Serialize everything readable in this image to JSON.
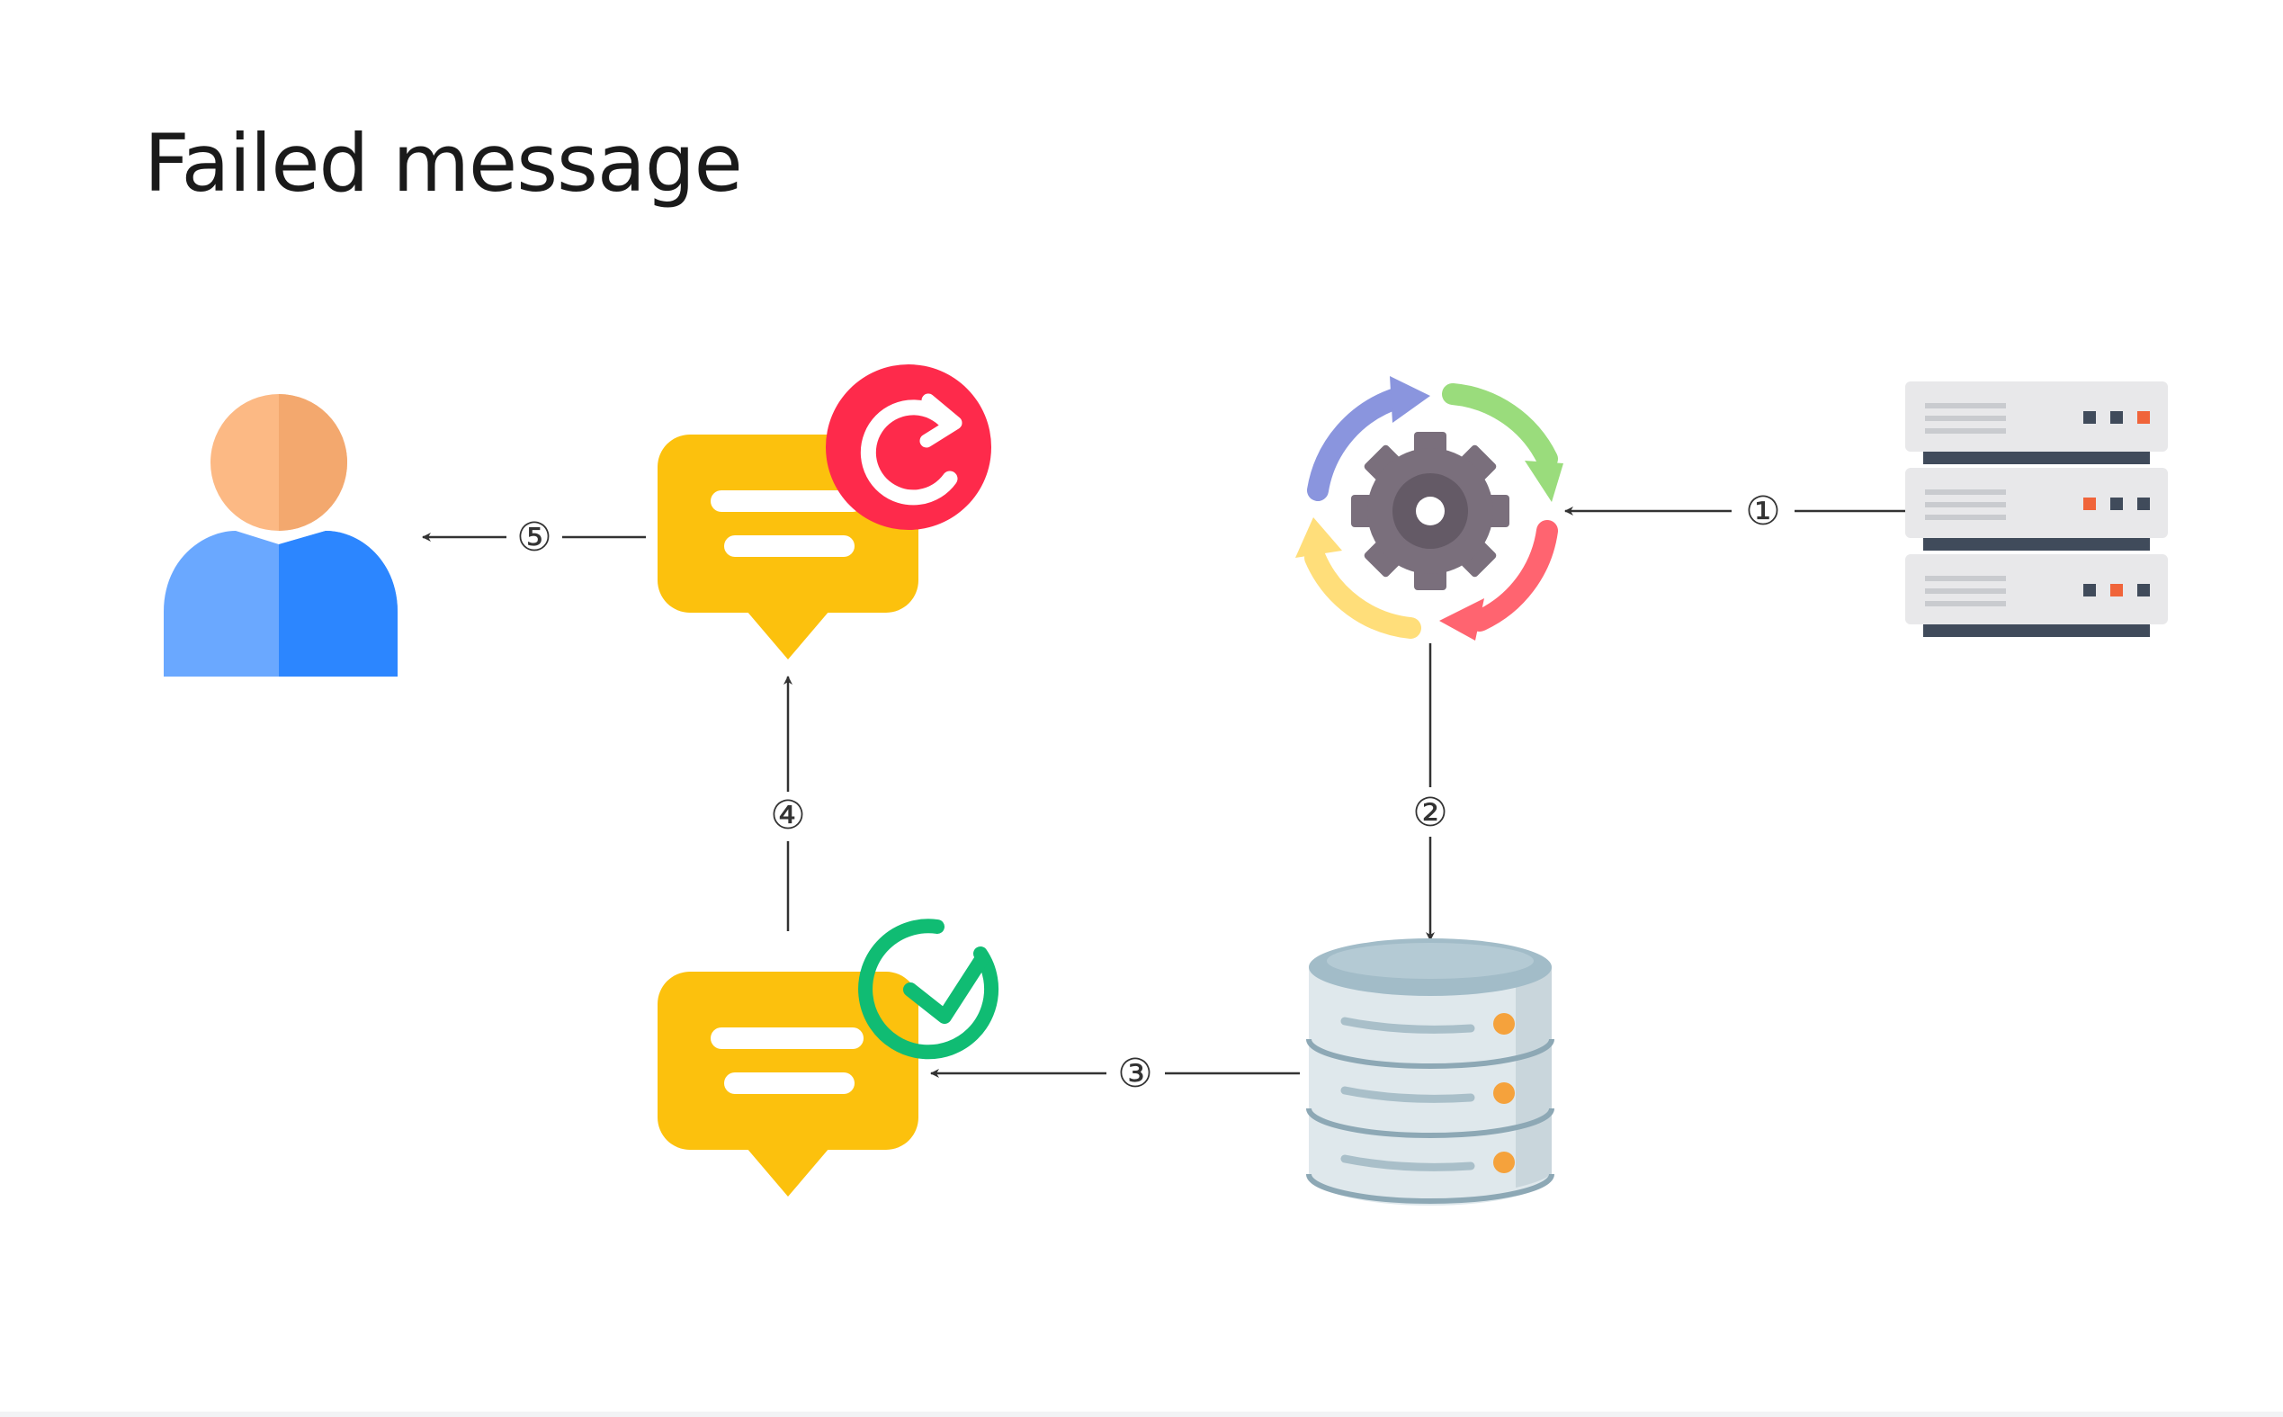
{
  "title": "Failed message",
  "nodes": [
    {
      "id": "server",
      "icon": "server-rack-icon"
    },
    {
      "id": "processor",
      "icon": "gear-cycle-icon"
    },
    {
      "id": "database",
      "icon": "database-icon"
    },
    {
      "id": "message-success",
      "icon": "chat-bubble-check-icon"
    },
    {
      "id": "message-retry",
      "icon": "chat-bubble-retry-icon"
    },
    {
      "id": "user",
      "icon": "user-icon"
    }
  ],
  "edges": [
    {
      "from": "server",
      "to": "processor",
      "label": "①"
    },
    {
      "from": "processor",
      "to": "database",
      "label": "②"
    },
    {
      "from": "database",
      "to": "message-success",
      "label": "③"
    },
    {
      "from": "message-success",
      "to": "message-retry",
      "label": "④"
    },
    {
      "from": "message-retry",
      "to": "user",
      "label": "⑤"
    }
  ],
  "colors": {
    "bubble": "#FCC10D",
    "retry_badge": "#FE2A4B",
    "check": "#10BC73",
    "user_head": "#FCB984",
    "user_body": "#6AA8FF",
    "gear": "#7A6F7C",
    "arrow_line": "#333333"
  }
}
